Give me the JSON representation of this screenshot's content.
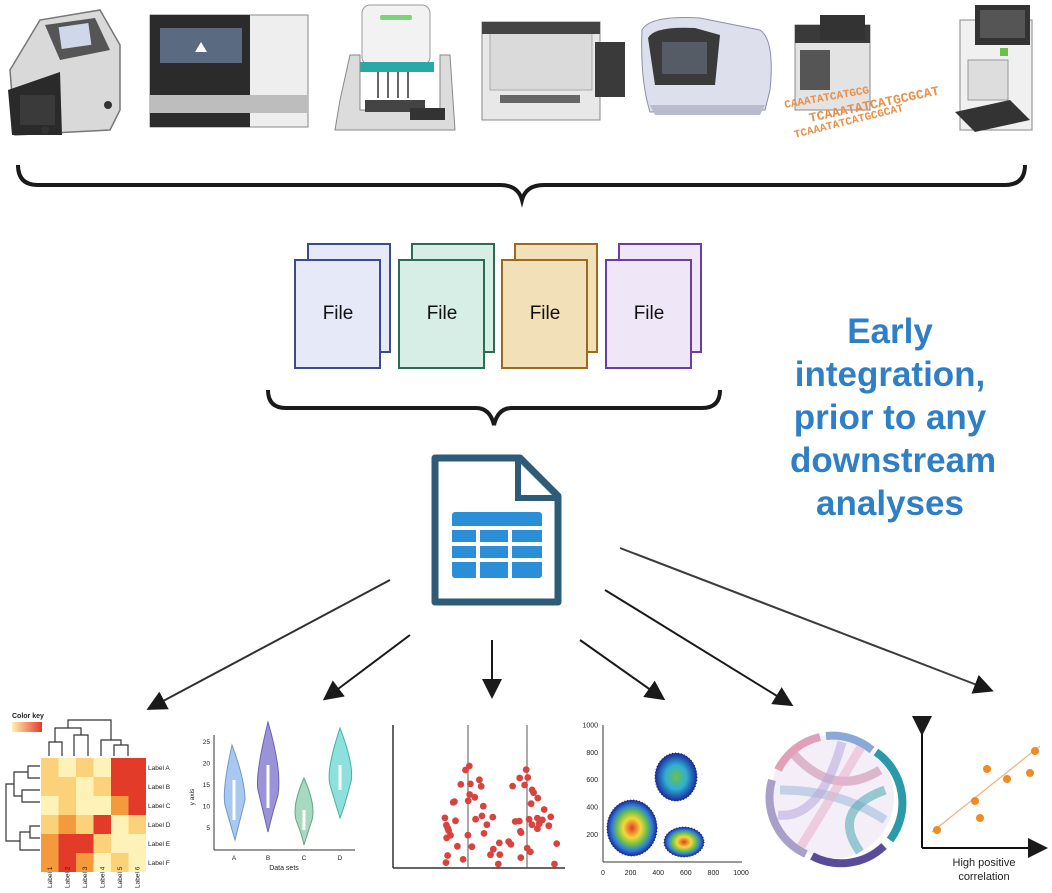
{
  "files": [
    {
      "label": "File",
      "fill": "#e6eaf8",
      "stroke": "#3d4a8c"
    },
    {
      "label": "File",
      "fill": "#d6eee6",
      "stroke": "#2e6b52"
    },
    {
      "label": "File",
      "fill": "#f2e0b8",
      "stroke": "#9a6b1c"
    },
    {
      "label": "File",
      "fill": "#efe6f8",
      "stroke": "#6b3fa0"
    }
  ],
  "headline": {
    "lines": [
      "Early",
      "integration,",
      "prior to any",
      "downstream",
      "analyses"
    ],
    "color": "#2e7fc6"
  },
  "dna_text": [
    "TCAAATATCATGCGCAT",
    "CAAATATCATGCG",
    "TCAAATATCATGCGCAT"
  ],
  "heatmap": {
    "color_key_label": "Color key",
    "row_labels": [
      "Label A",
      "Label B",
      "Label C",
      "Label D",
      "Label E",
      "Label F"
    ],
    "col_labels": [
      "Label 1",
      "Label 2",
      "Label 3",
      "Label 4",
      "Label 5",
      "Label 6"
    ]
  },
  "violin": {
    "ylabel": "y axis",
    "xlabel": "Data sets",
    "categories": [
      "A",
      "B",
      "C",
      "D"
    ],
    "yticks": [
      "5",
      "10",
      "15",
      "20",
      "25"
    ]
  },
  "density": {
    "xticks": [
      "0",
      "200",
      "400",
      "600",
      "800",
      "1000"
    ],
    "yticks": [
      "200",
      "400",
      "600",
      "800",
      "1000"
    ]
  },
  "correlation": {
    "label_line1": "High positive",
    "label_line2": "correlation"
  },
  "colors": {
    "arrow": "#1a1a1a",
    "table_icon_stroke": "#2d5b78",
    "table_icon_fill": "#2a8fd6",
    "scatter_dots": "#d9433f",
    "correlation_dots": "#f08a24"
  }
}
